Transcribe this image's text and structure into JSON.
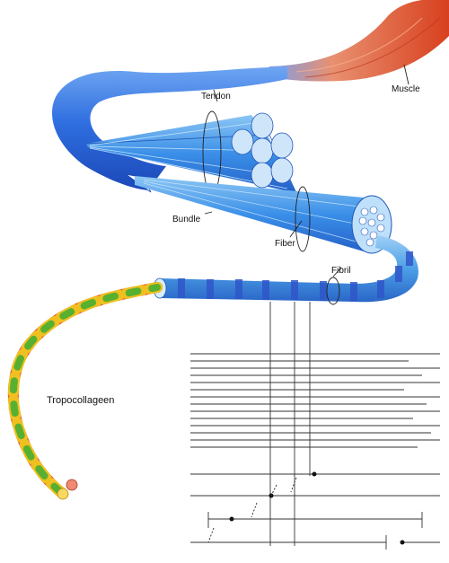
{
  "labels": {
    "tendon": "Tendon",
    "muscle": "Muscle",
    "bundle": "Bundle",
    "fiber": "Fiber",
    "fibril": "Fibril",
    "tropocollagen": "Tropocollageen"
  },
  "colors": {
    "tendon_blue": "#2f6fe0",
    "bundle_blue": "#3a8fe8",
    "fibril_light": "#5aaee8",
    "fibril_dark": "#2f57c9",
    "muscle": "#e0502a",
    "strand_red": "#e0503a",
    "strand_yellow": "#f0c020",
    "strand_green": "#58b030"
  }
}
